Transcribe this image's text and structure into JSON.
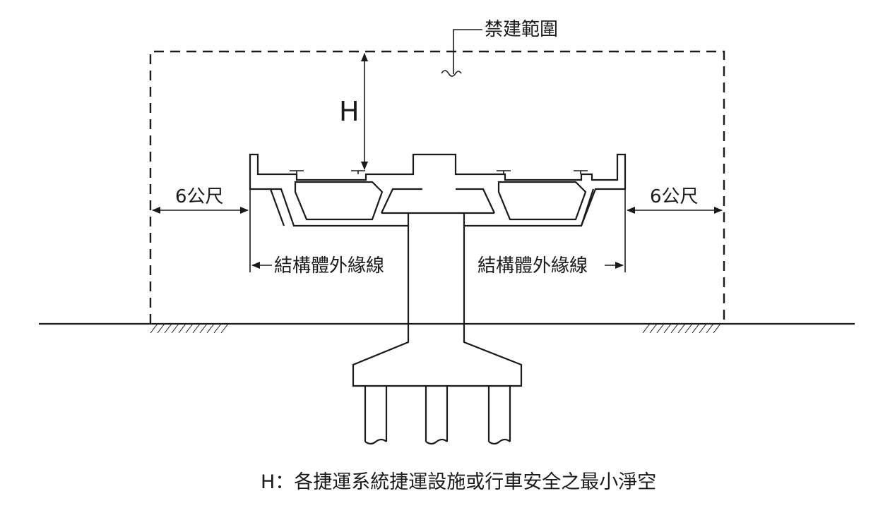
{
  "diagram": {
    "zone_label": "禁建範圍",
    "height_symbol": "H",
    "left_distance_label": "6公尺",
    "right_distance_label": "6公尺",
    "left_edge_label": "結構體外緣線",
    "right_edge_label": "結構體外緣線",
    "footnote": "H：各捷運系統捷運設施或行車安全之最小淨空"
  }
}
